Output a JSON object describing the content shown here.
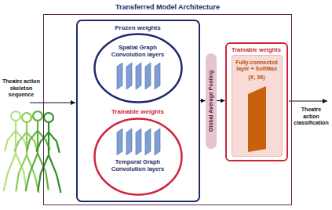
{
  "diagram": {
    "nodes": [
      {
        "text": [
          "Transferred Model Architecture"
        ]
      },
      {
        "text": [
          "Frozen weights",
          "Trainable weights"
        ],
        "in": 0
      },
      {
        "text": [
          "Spatial Graph Convolution layers"
        ],
        "in": 1
      },
      {
        "text": [
          "Temporal Graph Convolution layers"
        ],
        "in": 1
      },
      {
        "text": [
          "Global Average Pooling"
        ],
        "in": 0
      },
      {
        "text": [
          "Trainable weights"
        ],
        "in": 0
      },
      {
        "text": [
          "Fully-connected layer + SoftMax",
          "(X, 36)"
        ],
        "in": 5
      }
    ],
    "edges": [
      {
        "from": 1,
        "to": 4,
        "arrow": "to"
      },
      {
        "from": 4,
        "to": 5,
        "arrow": "to"
      }
    ],
    "labels": [
      "Theatre action skeleton sequence",
      "Theatre action classification"
    ]
  }
}
